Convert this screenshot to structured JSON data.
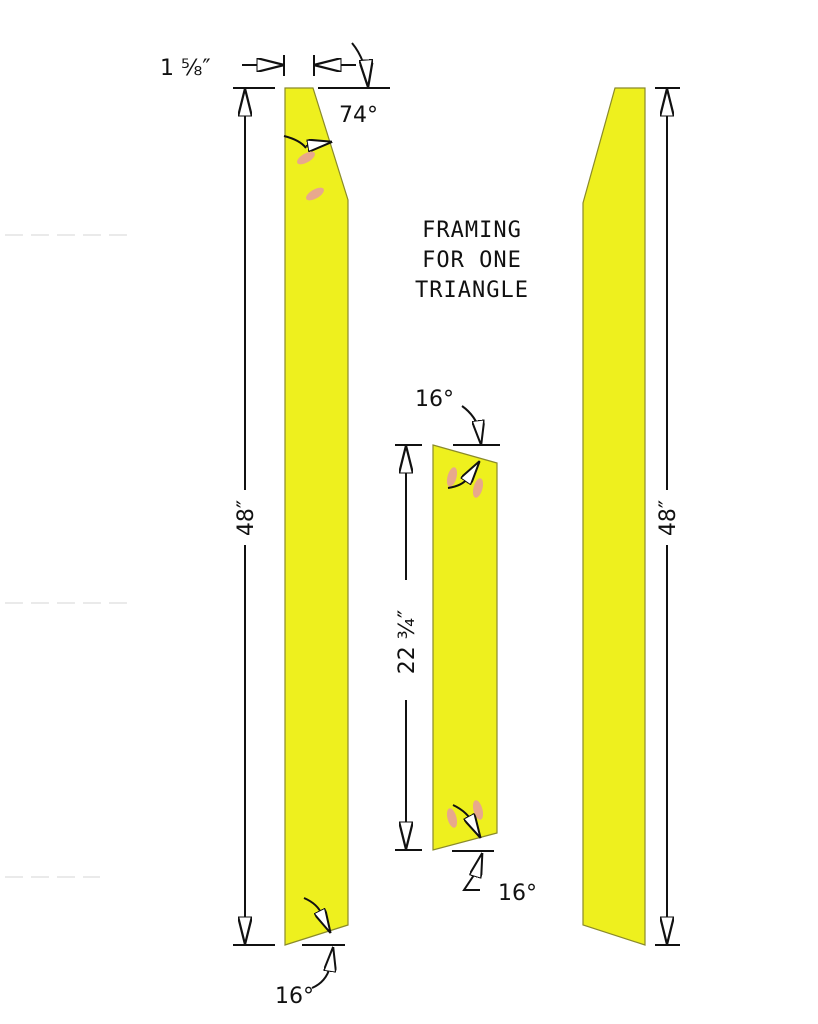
{
  "title": {
    "lines": [
      "FRAMING",
      "FOR ONE",
      "TRIANGLE"
    ]
  },
  "colors": {
    "board_fill": "#eef01e",
    "board_stroke": "#8a8a2a",
    "pocket_hole": "#e8a88c",
    "dimension_line": "#111111",
    "background": "#ffffff"
  },
  "boards": [
    {
      "id": "left-long-board",
      "length_label": "48″",
      "width_label": "1 ⅝″",
      "top_angle_label": "74°",
      "bottom_angle_label": "16°",
      "pocket_holes": 2
    },
    {
      "id": "center-short-board",
      "length_label": "22 ¾″",
      "top_angle_label": "16°",
      "bottom_angle_label": "16°",
      "pocket_holes": 4
    },
    {
      "id": "right-long-board",
      "length_label": "48″",
      "pocket_holes": 0
    }
  ]
}
